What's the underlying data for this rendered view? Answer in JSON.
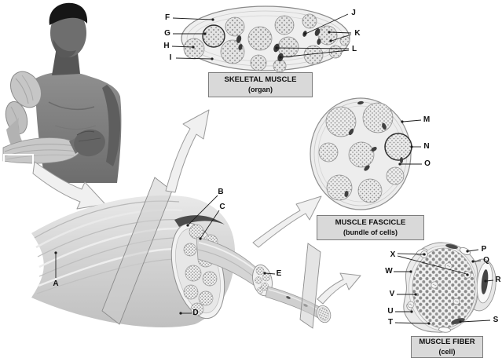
{
  "letters": {
    "a": "A",
    "b": "B",
    "c": "C",
    "d": "D",
    "e": "E",
    "f": "F",
    "g": "G",
    "h": "H",
    "i": "I",
    "j": "J",
    "k": "K",
    "l": "L",
    "m": "M",
    "n": "N",
    "o": "O",
    "p": "P",
    "q": "Q",
    "r": "R",
    "s": "S",
    "t": "T",
    "u": "U",
    "v": "V",
    "w": "W",
    "x": "X"
  },
  "boxes": {
    "organ": {
      "title": "SKELETAL MUSCLE",
      "subtitle": "(organ)"
    },
    "fascicle": {
      "title": "MUSCLE FASCICLE",
      "subtitle": "(bundle of cells)"
    },
    "fiber": {
      "title": "MUSCLE FIBER",
      "subtitle": "(cell)"
    }
  },
  "colors": {
    "background": "#ffffff",
    "caption_fill": "#d9d9d9",
    "caption_border": "#7c7c7c",
    "text": "#111111",
    "leader_line": "#1c1c1c",
    "tissue_light": "#ececec",
    "tissue_mid": "#cfcfcf",
    "tissue_dot": "#8e8e8e",
    "dark_structure": "#404040",
    "arrow_fill": "#f0f0f0",
    "arrow_border": "#9b9b9b"
  }
}
